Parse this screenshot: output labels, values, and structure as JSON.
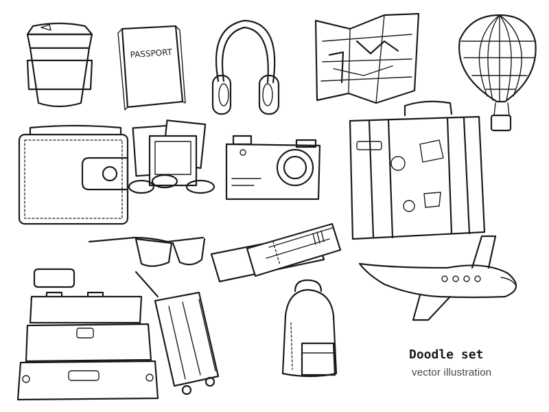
{
  "illustration": {
    "ink_color": "#1a1a1a",
    "background": "#ffffff",
    "items": [
      "coffee-cup-icon",
      "passport-icon",
      "headphones-icon",
      "map-icon",
      "hot-air-balloon-icon",
      "wallet-icon",
      "photos-icon",
      "coins-icon",
      "camera-icon",
      "suitcase-icon",
      "sunglasses-icon",
      "tickets-icon",
      "airplane-icon",
      "luggage-stack-icon",
      "rolling-suitcase-icon",
      "backpack-icon"
    ],
    "passport_label": "PASSPORT"
  },
  "caption": {
    "title": "Doodle set",
    "subtitle": "vector illustration"
  }
}
